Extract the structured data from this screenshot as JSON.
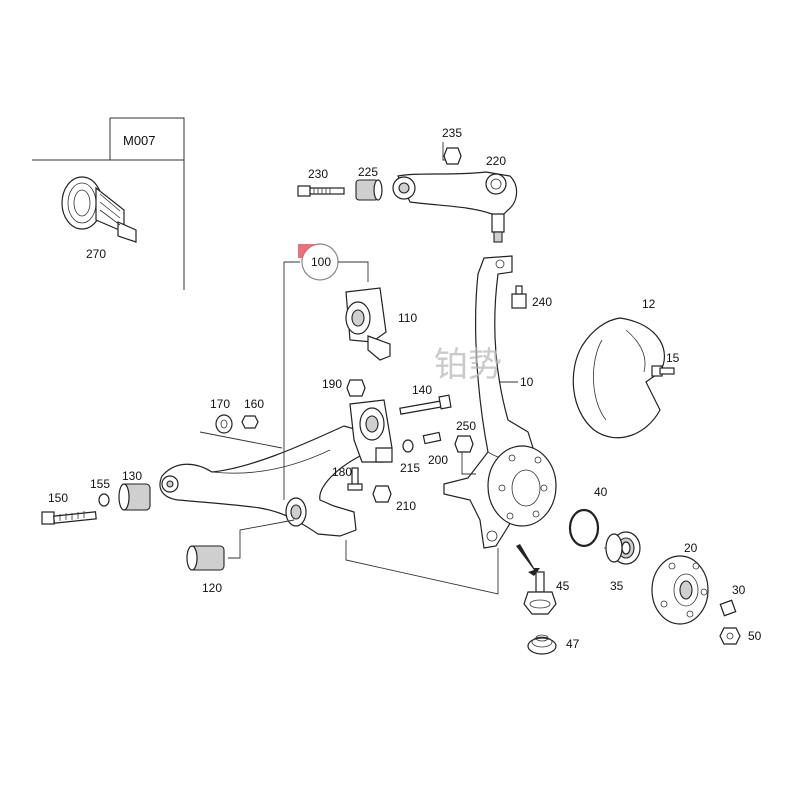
{
  "inset": {
    "code": "M007",
    "part_number": "270"
  },
  "watermark": "铂势",
  "colors": {
    "highlight": "#e8606a",
    "line": "#222222",
    "shade": "#cfcfcf",
    "watermark": "#b9b9b9"
  },
  "labels": {
    "p10": "10",
    "p12": "12",
    "p15": "15",
    "p20": "20",
    "p30": "30",
    "p35": "35",
    "p40": "40",
    "p45": "45",
    "p47": "47",
    "p50": "50",
    "p100": "100",
    "p110": "110",
    "p120": "120",
    "p130": "130",
    "p140": "140",
    "p150": "150",
    "p155": "155",
    "p160": "160",
    "p170": "170",
    "p180": "180",
    "p190": "190",
    "p200": "200",
    "p210": "210",
    "p215": "215",
    "p220": "220",
    "p225": "225",
    "p230": "230",
    "p235": "235",
    "p240": "240",
    "p250": "250"
  }
}
